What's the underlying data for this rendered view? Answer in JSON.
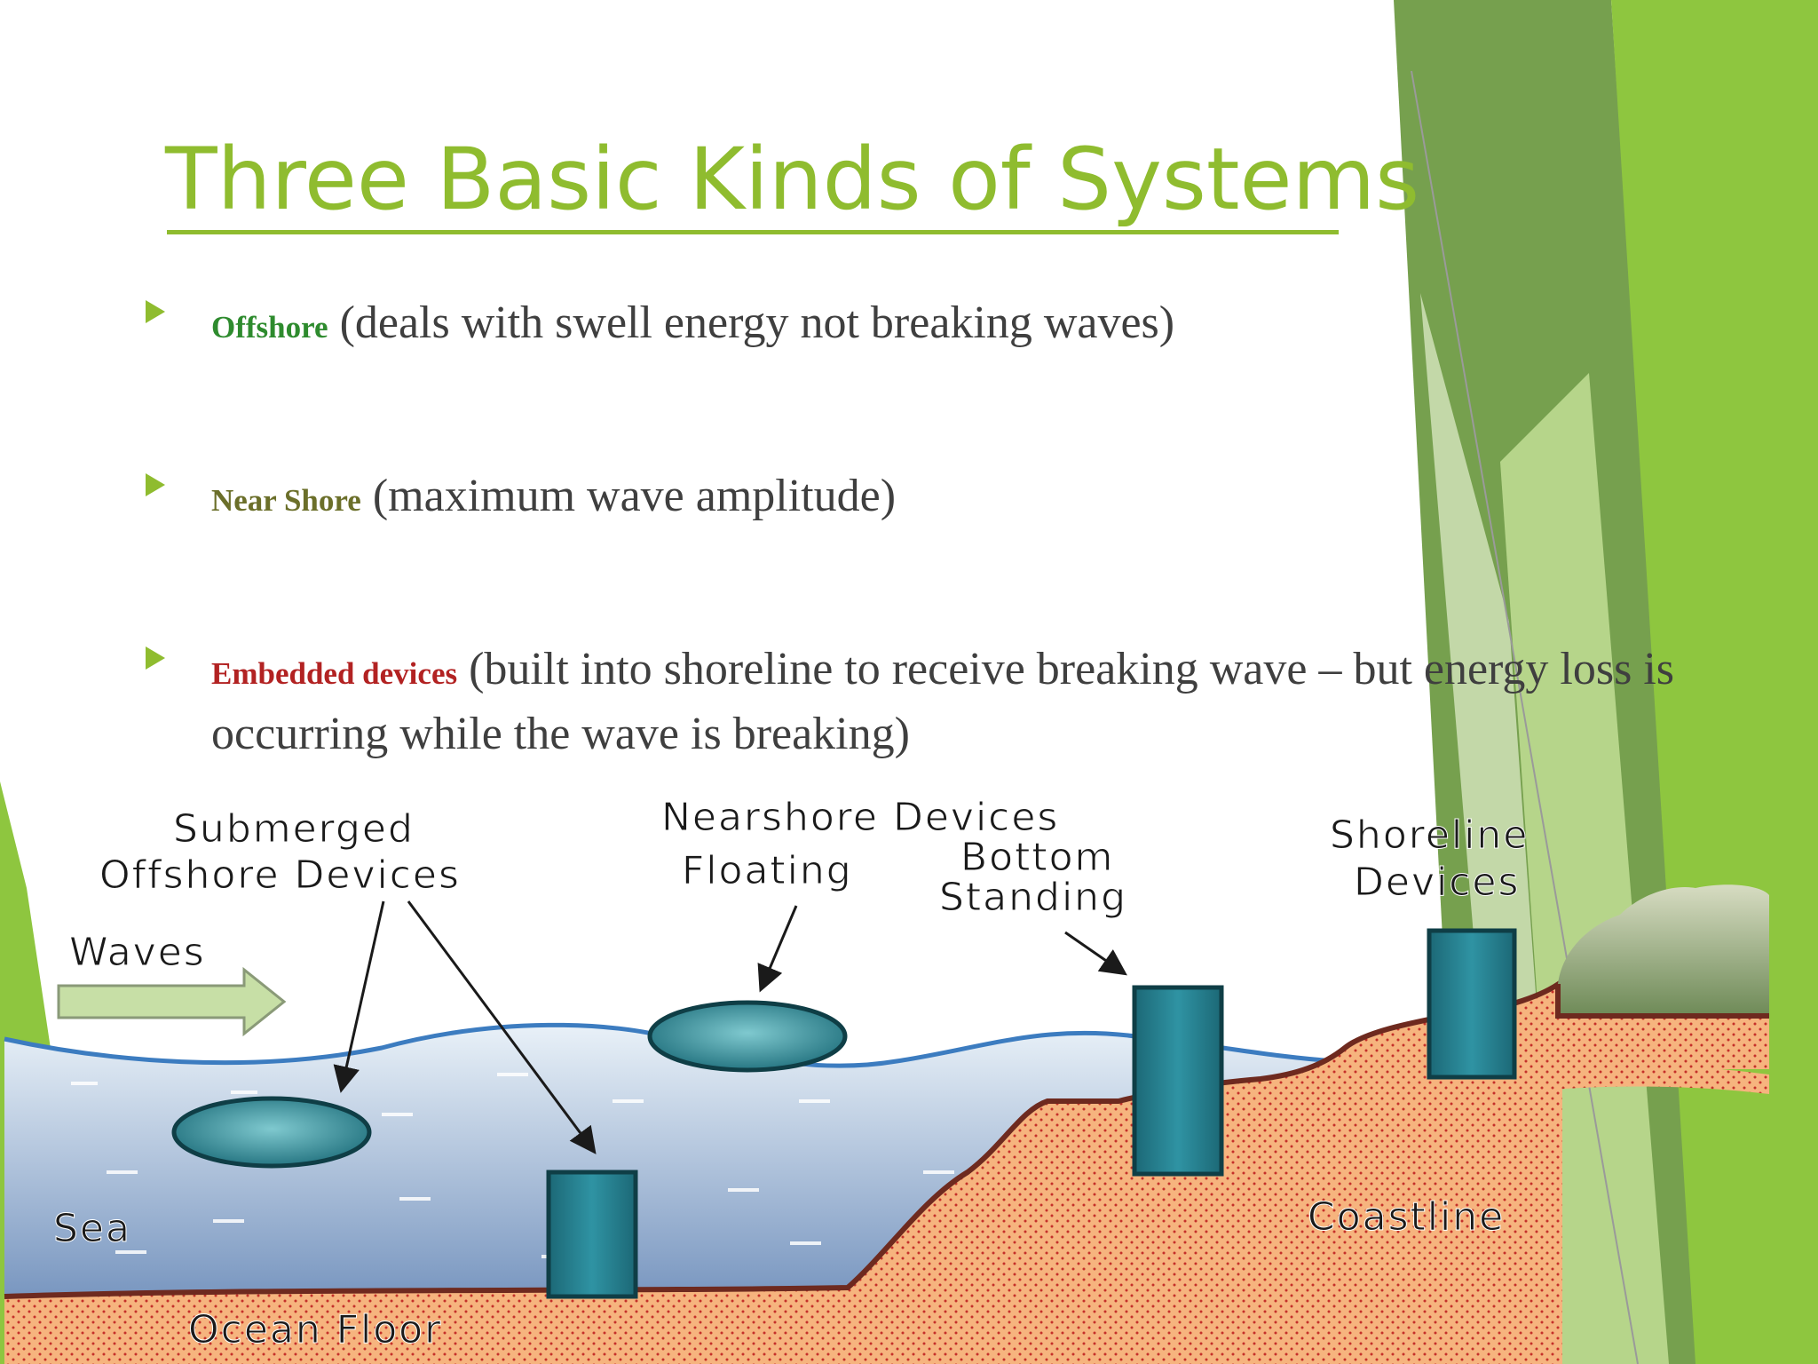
{
  "slide": {
    "title": "Three Basic Kinds of Systems",
    "accent_color": "#8fbc2f"
  },
  "bullets": [
    {
      "keyword": "Offshore",
      "keyword_color": "#2e8b2e",
      "text": "(deals with swell energy not breaking waves)"
    },
    {
      "keyword": "Near Shore",
      "keyword_color": "#6b6f2a",
      "text": "(maximum wave amplitude)"
    },
    {
      "keyword": "Embedded devices",
      "keyword_color": "#b22222",
      "text": "(built into shoreline to receive breaking wave – but energy loss is occurring while the wave is breaking)"
    }
  ],
  "diagram": {
    "labels": {
      "submerged_line1": "Submerged",
      "submerged_line2": "Offshore Devices",
      "nearshore": "Nearshore Devices",
      "floating": "Floating",
      "bottom_line1": "Bottom",
      "bottom_line2": "Standing",
      "shoreline_line1": "Shoreline",
      "shoreline_line2": "Devices",
      "waves": "Waves",
      "sea": "Sea",
      "ocean_floor": "Ocean Floor",
      "coastline": "Coastline"
    }
  }
}
